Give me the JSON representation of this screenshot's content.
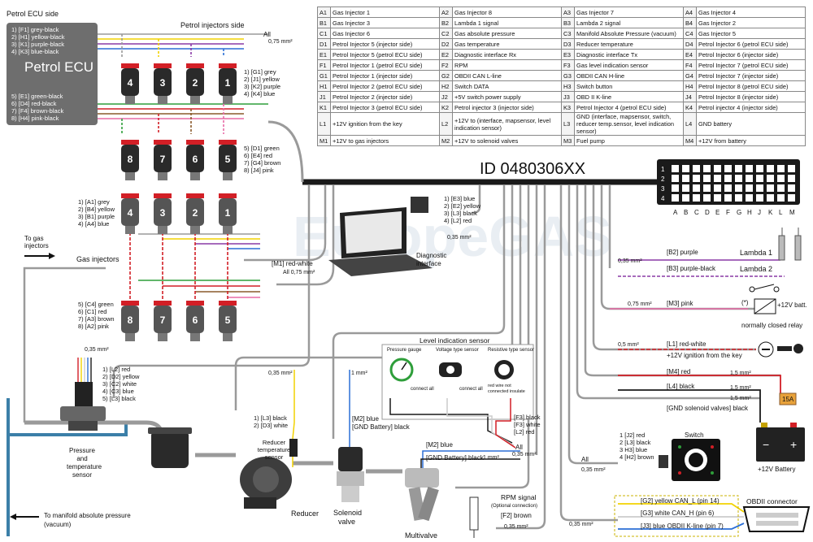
{
  "title": "ID 0480306XX",
  "watermark": "EuropeGAS",
  "pin_table": [
    [
      [
        "A1",
        "Gas Injector 1"
      ],
      [
        "A2",
        "Gas Injector 8"
      ],
      [
        "A3",
        "Gas Injector 7"
      ],
      [
        "A4",
        "Gas Injector 4"
      ]
    ],
    [
      [
        "B1",
        "Gas Injector 3"
      ],
      [
        "B2",
        "Lambda 1 signal"
      ],
      [
        "B3",
        "Lambda 2 signal"
      ],
      [
        "B4",
        "Gas Injector 2"
      ]
    ],
    [
      [
        "C1",
        "Gas Injector 6"
      ],
      [
        "C2",
        "Gas absolute pressure"
      ],
      [
        "C3",
        "Manifold Absolute Pressure (vacuum)"
      ],
      [
        "C4",
        "Gas Injector 5"
      ]
    ],
    [
      [
        "D1",
        "Petrol Injector 5 (injector side)"
      ],
      [
        "D2",
        "Gas temperature"
      ],
      [
        "D3",
        "Reducer temperature"
      ],
      [
        "D4",
        "Petrol Injector 6 (petrol ECU side)"
      ]
    ],
    [
      [
        "E1",
        "Petrol Injector 5 (petrol ECU side)"
      ],
      [
        "E2",
        "Diagnostic interface Rx"
      ],
      [
        "E3",
        "Diagnostic interface Tx"
      ],
      [
        "E4",
        "Petrol Injector 6 (injector side)"
      ]
    ],
    [
      [
        "F1",
        "Petrol Injector 1 (petrol ECU side)"
      ],
      [
        "F2",
        "RPM"
      ],
      [
        "F3",
        "Gas level indication sensor"
      ],
      [
        "F4",
        "Petrol Injector 7 (petrol ECU side)"
      ]
    ],
    [
      [
        "G1",
        "Petrol Injector 1 (injector side)"
      ],
      [
        "G2",
        "OBDII CAN L-line"
      ],
      [
        "G3",
        "OBDII CAN H-line"
      ],
      [
        "G4",
        "Petrol Injector 7 (injector side)"
      ]
    ],
    [
      [
        "H1",
        "Petrol Injector 2 (petrol ECU side)"
      ],
      [
        "H2",
        "Switch DATA"
      ],
      [
        "H3",
        "Switch button"
      ],
      [
        "H4",
        "Petrol Injector 8 (petrol ECU side)"
      ]
    ],
    [
      [
        "J1",
        "Petrol Injector 2 (injector side)"
      ],
      [
        "J2",
        "+5V switch power supply"
      ],
      [
        "J3",
        "OBD II K-line"
      ],
      [
        "J4",
        "Petrol Injector 8 (injector side)"
      ]
    ],
    [
      [
        "K1",
        "Petrol Injector 3 (petrol ECU side)"
      ],
      [
        "K2",
        "Petrol injector 3 (injector side)"
      ],
      [
        "K3",
        "Petrol Injector 4 (petrol ECU side)"
      ],
      [
        "K4",
        "Petrol injector 4 (injector side)"
      ]
    ],
    [
      [
        "L1",
        "+12V ignition from the key"
      ],
      [
        "L2",
        "+12V to (interface, mapsensor, level indication sensor)"
      ],
      [
        "L3",
        "GND (interface, mapsensor, switch, reducer temp.sensor, level indication sensor)"
      ],
      [
        "L4",
        "GND battery"
      ]
    ],
    [
      [
        "M1",
        "+12V to gas injectors"
      ],
      [
        "M2",
        "+12V to solenoid valves"
      ],
      [
        "M3",
        "Fuel pump"
      ],
      [
        "M4",
        "+12V from battery"
      ]
    ]
  ],
  "connector": {
    "rows": [
      "1",
      "2",
      "3",
      "4"
    ],
    "cols": [
      "A",
      "B",
      "C",
      "D",
      "E",
      "F",
      "G",
      "H",
      "J",
      "K",
      "L",
      "M"
    ]
  },
  "petrol_ecu": {
    "side_label": "Petrol ECU side",
    "name": "Petrol ECU",
    "top_wires": [
      "1) [F1] grey-black",
      "2) [H1] yellow-black",
      "3) [K1] purple-black",
      "4) [K3] blue-black"
    ],
    "bottom_wires": [
      "5) [E1] green-black",
      "6) [D4] red-black",
      "7) [F4] brown-black",
      "8) [H4] pink-black"
    ]
  },
  "petrol_injectors": {
    "side_label": "Petrol injectors side",
    "all_label": "All",
    "all_gauge": "0,75 mm²",
    "top_numbers": [
      "4",
      "3",
      "2",
      "1"
    ],
    "bottom_numbers": [
      "8",
      "7",
      "6",
      "5"
    ],
    "top_wires": [
      "1) [G1] grey",
      "2) [J1] yellow",
      "3) [K2] purple",
      "4) [K4] blue"
    ],
    "bottom_wires": [
      "5) [D1] green",
      "6) [E4] red",
      "7) [G4] brown",
      "8) [J4] pink"
    ]
  },
  "gas_injectors": {
    "to_label_1": "To gas",
    "to_label_2": "injectors",
    "label": "Gas injectors",
    "top_numbers": [
      "4",
      "3",
      "2",
      "1"
    ],
    "bottom_numbers": [
      "8",
      "7",
      "6",
      "5"
    ],
    "top_wires": [
      "1) [A1] grey",
      "2) [B4] yellow",
      "3) [B1] purple",
      "4) [A4] blue"
    ],
    "bottom_wires": [
      "5) [C4] green",
      "6) [C1] red",
      "7) [A3] brown",
      "8) [A2] pink"
    ],
    "common_wire": "[M1] red-white",
    "common_gauge": "All 0,75 mm²"
  },
  "diagnostic": {
    "wires": [
      "1) [E3] blue",
      "2) [E2] yellow",
      "3) [L3] black",
      "4) [L2] red"
    ],
    "gauge": "0,35 mm²",
    "label_1": "Diagnostic",
    "label_2": "interface"
  },
  "lambda": {
    "gauge": "0,35 mm²",
    "wire1": "[B2] purple",
    "wire2": "[B3] purple-black",
    "name1": "Lambda 1",
    "name2": "Lambda 2"
  },
  "relay": {
    "gauge": "0,75 mm²",
    "wire": "[M3] pink",
    "supply": "+12V batt.",
    "label": "normally closed relay",
    "star": "(*)"
  },
  "ignition": {
    "gauge": "0,5 mm²",
    "wire": "[L1] red-white",
    "label": "+12V ignition from the key"
  },
  "battery": {
    "wire_red": "[M4] red",
    "wire_black": "[L4] black",
    "gauge": "1,5 mm²",
    "gnd_solenoid": "[GND solenoid valves] black",
    "fuse": "15A",
    "label": "+12V Battery",
    "minus": "−",
    "plus": "+"
  },
  "switch": {
    "title": "Switch",
    "wires": [
      "1 [J2] red",
      "2 [L3] black",
      "3 H3] blue",
      "4 [H2] brown"
    ],
    "all_label": "All",
    "gauge": "0,35 mm²"
  },
  "level_sensor": {
    "title": "Level indication sensor",
    "panels": [
      "Pressure gauge",
      "Voltage type sensor",
      "Resistive type sensor"
    ],
    "connect_all": "connect all",
    "not_connect": "red wire not connected insulate",
    "wires": [
      "[F3] black",
      "[F3] white",
      "[L2] red"
    ],
    "all_label": "All",
    "gauge": "0,35 mm²"
  },
  "pressure_sensor": {
    "gauge": "0,35 mm²",
    "wires": [
      "1) [L2] red",
      "2) [D2] yellow",
      "3) [C2] white",
      "4) [C3] blue",
      "5) [L3] black"
    ],
    "label_1": "Pressure",
    "label_2": "and",
    "label_3": "temperature",
    "label_4": "sensor",
    "manifold": "To manifold absolute pressure",
    "vacuum": "(vacuum)"
  },
  "reducer": {
    "gauge": "0,35 mm²",
    "wires": [
      "1) [L3] black",
      "2) [D3] white"
    ],
    "temp_1": "Reducer",
    "temp_2": "temperature",
    "temp_3": "sensor",
    "label": "Reducer"
  },
  "solenoid": {
    "gauge": "1 mm²",
    "wire1": "[M2] blue",
    "wire2": "[GND Battery] black",
    "label_1": "Solenoid",
    "label_2": "valve"
  },
  "multivalve": {
    "wire1": "[M2] blue",
    "wire2": "[GND Battery] black",
    "gauge": "1 mm²",
    "label": "Multivalve"
  },
  "rpm": {
    "label": "RPM signal",
    "optional": "(Optional connection)",
    "wire": "[F2] brown",
    "gauge": "0,35 mm²"
  },
  "obd": {
    "wires": [
      "[G2] yellow CAN_L (pin 14)",
      "[G3] white CAN_H (pin 6)",
      "[J3] blue OBDII K-line (pin 7)"
    ],
    "gauge": "0,35 mm²",
    "label": "OBDII connector"
  },
  "colors": {
    "harness": "#1a1a1a",
    "cable_grey": "#9a9a9a",
    "ecu_grey": "#6e6e6e",
    "red": "#d21f26",
    "yellow": "#f2d200",
    "blue": "#2b6fd6",
    "purple": "#8a3aa6",
    "green": "#2e9e3a",
    "pink": "#e86aa6",
    "brown": "#8a5a2b",
    "pipe": "#3b7fa8",
    "fuse": "#e8a23a"
  }
}
